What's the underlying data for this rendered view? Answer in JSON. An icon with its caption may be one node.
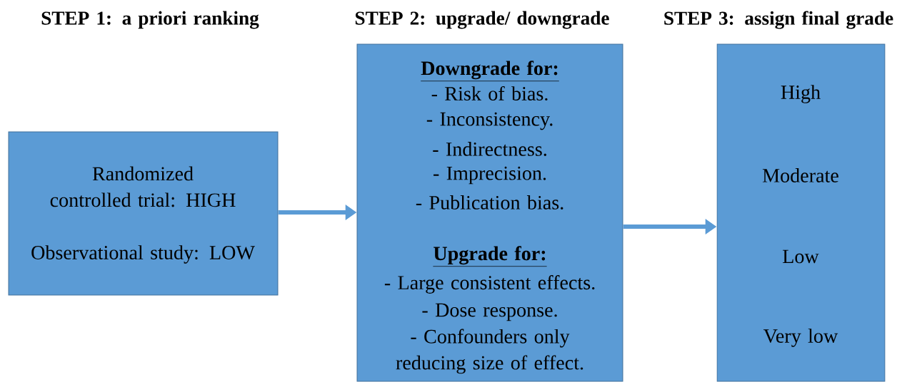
{
  "diagram": {
    "nodes": [
      {
        "text": [
          "STEP 1: a priori ranking",
          "Randomized controlled trial: HIGH",
          "Observational study: LOW"
        ]
      },
      {
        "text": [
          "STEP 2: upgrade/ downgrade",
          "Downgrade for:",
          "- Risk of bias.",
          "- Inconsistency.",
          "- Indirectness.",
          "- Imprecision.",
          "- Publication bias.",
          "Upgrade for:",
          "- Large consistent effects.",
          "- Dose response.",
          "- Confounders only reducing size of effect."
        ]
      },
      {
        "text": [
          "STEP 3: assign final grade",
          "High",
          "Moderate",
          "Low",
          "Very low"
        ]
      }
    ],
    "edges": [
      {
        "from": 0,
        "to": 1,
        "arrow": "to"
      },
      {
        "from": 1,
        "to": 2,
        "arrow": "to"
      }
    ]
  }
}
